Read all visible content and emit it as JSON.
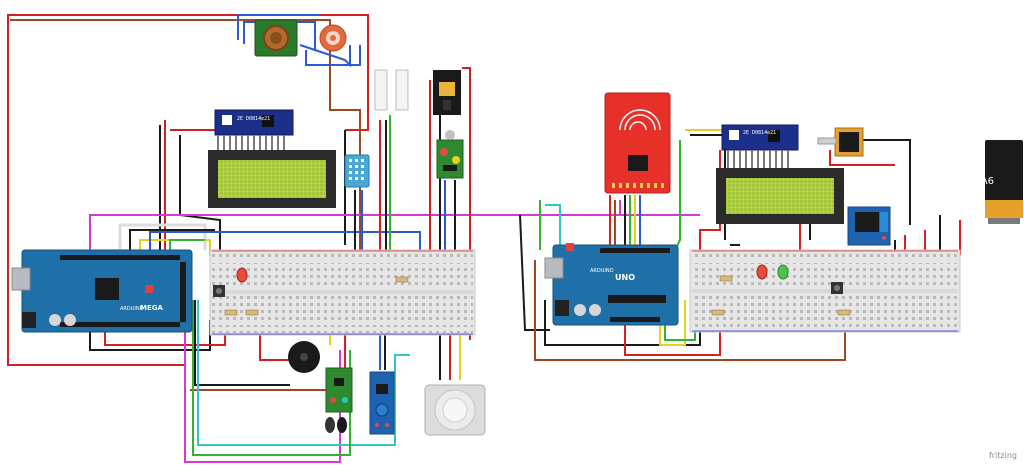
{
  "watermark": "fritzing",
  "mega": {
    "brand": "MEGA",
    "sub": "ARDUINO"
  },
  "uno": {
    "brand": "UNO",
    "sub": "ARDUINO"
  },
  "lcd_left": {
    "i2c_label": "2E D0814e21"
  },
  "lcd_right": {
    "i2c_label": "2E D0814e21"
  },
  "battery": {
    "label": "9V"
  },
  "colors": {
    "board_blue": "#1f6fa8",
    "rfid_red": "#e8302a",
    "lcd_green": "#a8c93a",
    "wire_red": "#d42020",
    "wire_magenta": "#d63ad6",
    "wire_green": "#2fb52f",
    "wire_yellow": "#e6d21e",
    "wire_cyan": "#2fc7c7",
    "wire_blue": "#2a5bd6",
    "wire_brown": "#9a4a1e",
    "wire_black": "#1a1a1a"
  }
}
